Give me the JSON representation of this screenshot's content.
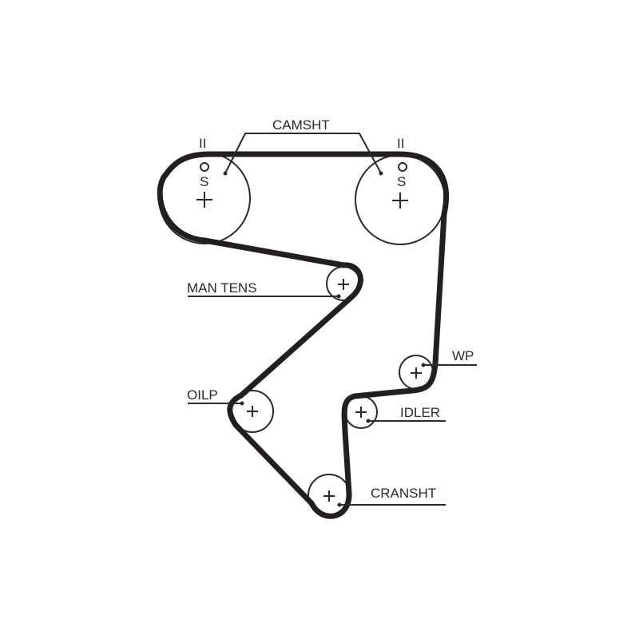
{
  "labels": {
    "camshaft": "CAMSHT",
    "manual_tensioner": "MAN TENS",
    "water_pump": "WP",
    "oil_pump": "OILP",
    "idler": "IDLER",
    "crankshaft": "CRANSHT"
  },
  "timing_marks": {
    "left_top": "II",
    "right_top": "II",
    "left_s": "S",
    "right_s": "S"
  },
  "colors": {
    "belt": "#231f20",
    "lines": "#2a2a2a",
    "background": "#ffffff"
  }
}
